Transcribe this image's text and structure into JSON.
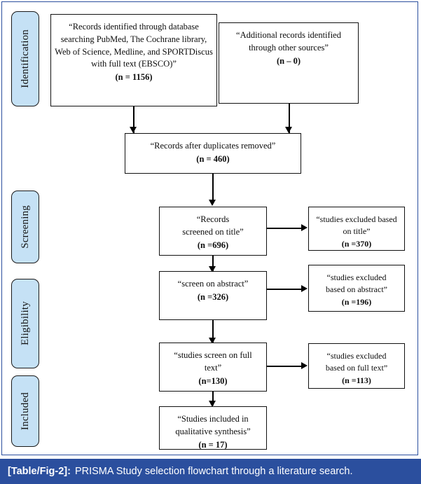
{
  "figure": {
    "caption_key": "[Table/Fig-2]:",
    "caption_text": "PRISMA Study selection flowchart through a literature search.",
    "caption_bar_color": "#2b4f9e",
    "frame_color": "#2b4f9e",
    "stage_fill_color": "#c5e1f5"
  },
  "stages": [
    {
      "label": "Identification"
    },
    {
      "label": "Screening"
    },
    {
      "label": "Eligibility"
    },
    {
      "label": "Included"
    }
  ],
  "nodes": {
    "identified_database": {
      "lines": [
        "“Records identified through database",
        "searching PubMed, The Cochrane library,",
        "Web of Science, Medline, and SPORTDiscus",
        "with full text (EBSCO)”"
      ],
      "count": "(n = 1156)"
    },
    "additional_records": {
      "lines": [
        "“Additional records identified",
        "through other sources”"
      ],
      "count": "(n – 0)"
    },
    "duplicates_removed": {
      "lines": [
        "“Records after duplicates removed”"
      ],
      "count": "(n = 460)"
    },
    "screened_title": {
      "lines": [
        "“Records",
        "screened on title”"
      ],
      "count": "(n =696)"
    },
    "excluded_title": {
      "lines": [
        "“studies excluded based",
        "on title”"
      ],
      "count": "(n =370)"
    },
    "screen_abstract": {
      "lines": [
        "“screen on abstract”"
      ],
      "count": "(n =326)"
    },
    "excluded_abstract": {
      "lines": [
        "“studies excluded",
        "based on abstract”"
      ],
      "count": "(n =196)"
    },
    "screen_fulltext": {
      "lines": [
        "“studies screen on full",
        "text”"
      ],
      "count": "(n=130)"
    },
    "excluded_fulltext": {
      "lines": [
        "“studies excluded",
        "based on full text”"
      ],
      "count": "(n =113)"
    },
    "included_qualitative": {
      "lines": [
        "“Studies included in",
        "qualitative synthesis”"
      ],
      "count": "(n = 17)"
    }
  }
}
